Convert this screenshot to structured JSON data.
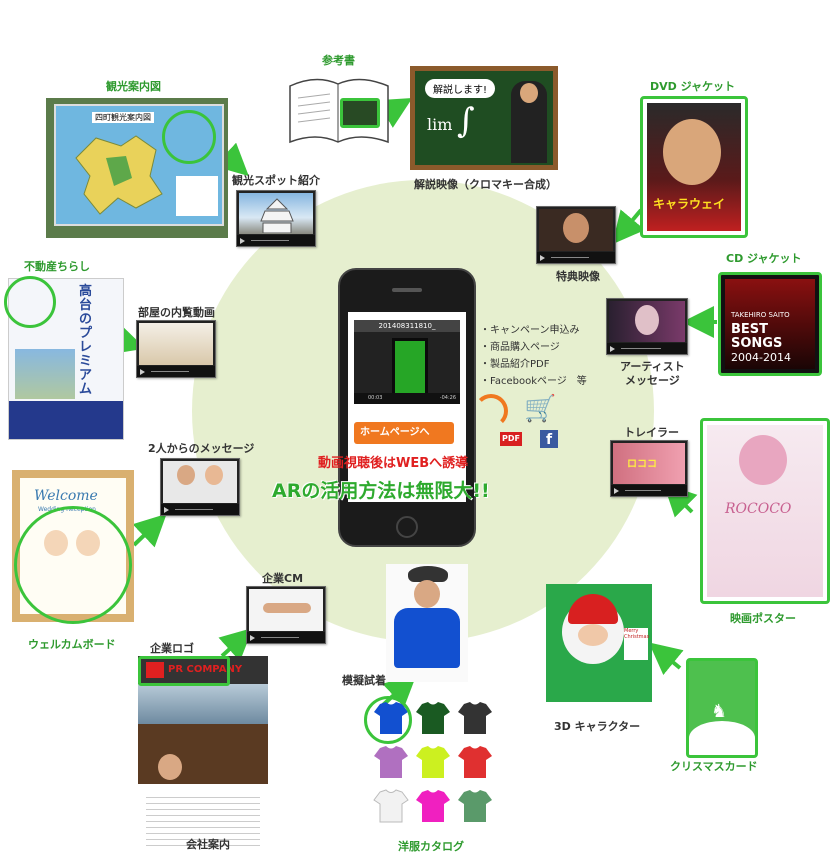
{
  "center": {
    "screen_title": "201408311810_",
    "time_start": "00:03",
    "time_end": "-04:26",
    "button": "ホームページへ",
    "headline_red": "動画視聴後はWEBへ誘導",
    "headline_green": "ARの活用方法は無限大!!",
    "menu_items": [
      "・キャンペーン申込み",
      "・商品購入ページ",
      "・製品紹介PDF",
      "・Facebookページ　等"
    ],
    "pdf": "PDF"
  },
  "labels": {
    "tourist_map": "観光案内図",
    "tourist_spot": "観光スポット紹介",
    "reference_book": "参考書",
    "explain_video": "解説映像（クロマキー合成）",
    "speech_bubble": "解説します!",
    "dvd_jacket": "DVD ジャケット",
    "bonus_video": "特典映像",
    "cd_jacket": "CD ジャケット",
    "artist_message": "アーティスト\nメッセージ",
    "trailer": "トレイラー",
    "movie_poster": "映画ポスター",
    "christmas_card": "クリスマスカード",
    "character_3d": "3D キャラクター",
    "fashion_catalog": "洋服カタログ",
    "try_on": "模擬試着",
    "company_cm": "企業CM",
    "company_logo": "企業ロゴ",
    "company_guide": "会社案内",
    "welcome_board": "ウェルカムボード",
    "couple_message": "2人からのメッセージ",
    "real_estate_flyer": "不動産ちらし",
    "room_video": "部屋の内覧動画"
  },
  "art_text": {
    "map_heading": "四町観光案内図",
    "flyer_title": "高台のプレミアム",
    "cd_artist": "TAKEHIRO SAITO",
    "cd_title": "BEST SONGS",
    "cd_years": "2004-2014",
    "dvd_title": "キャラウェイ",
    "poster_title": "ROCOCO",
    "company_name": "PR COMPANY",
    "welcome": "Welcome",
    "wedding": "Wedding Reception",
    "merry": "Merry Christmas",
    "lim": "lim"
  },
  "colors": {
    "green": "#3bc43b",
    "label_green": "#2e9a2e",
    "red": "#e02020",
    "orange": "#f07820",
    "circle": "#e6efcf"
  }
}
